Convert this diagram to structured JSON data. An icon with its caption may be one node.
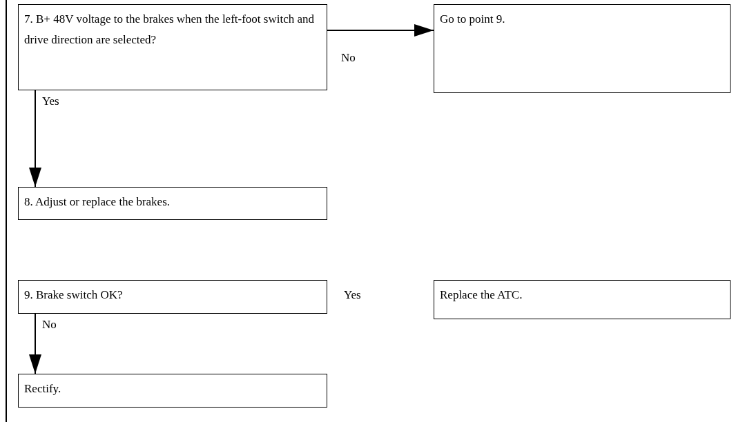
{
  "diagram": {
    "nodes": [
      {
        "text": [
          "7. B+ 48V voltage to the brakes when the left-foot switch and drive direction are selected?"
        ]
      },
      {
        "text": [
          "Go to point 9."
        ]
      },
      {
        "text": [
          "8. Adjust or replace the brakes."
        ]
      },
      {
        "text": [
          "9. Brake switch OK?"
        ]
      },
      {
        "text": [
          "Replace the ATC."
        ]
      },
      {
        "text": [
          "Rectify."
        ]
      }
    ],
    "edges": [
      {
        "from": 0,
        "to": 1,
        "arrow": "to",
        "label": "No"
      },
      {
        "from": 0,
        "to": 2,
        "arrow": "to",
        "label": "Yes"
      },
      {
        "from": 3,
        "to": 5,
        "arrow": "to",
        "label": "No"
      }
    ],
    "labels": [
      "Yes"
    ]
  }
}
